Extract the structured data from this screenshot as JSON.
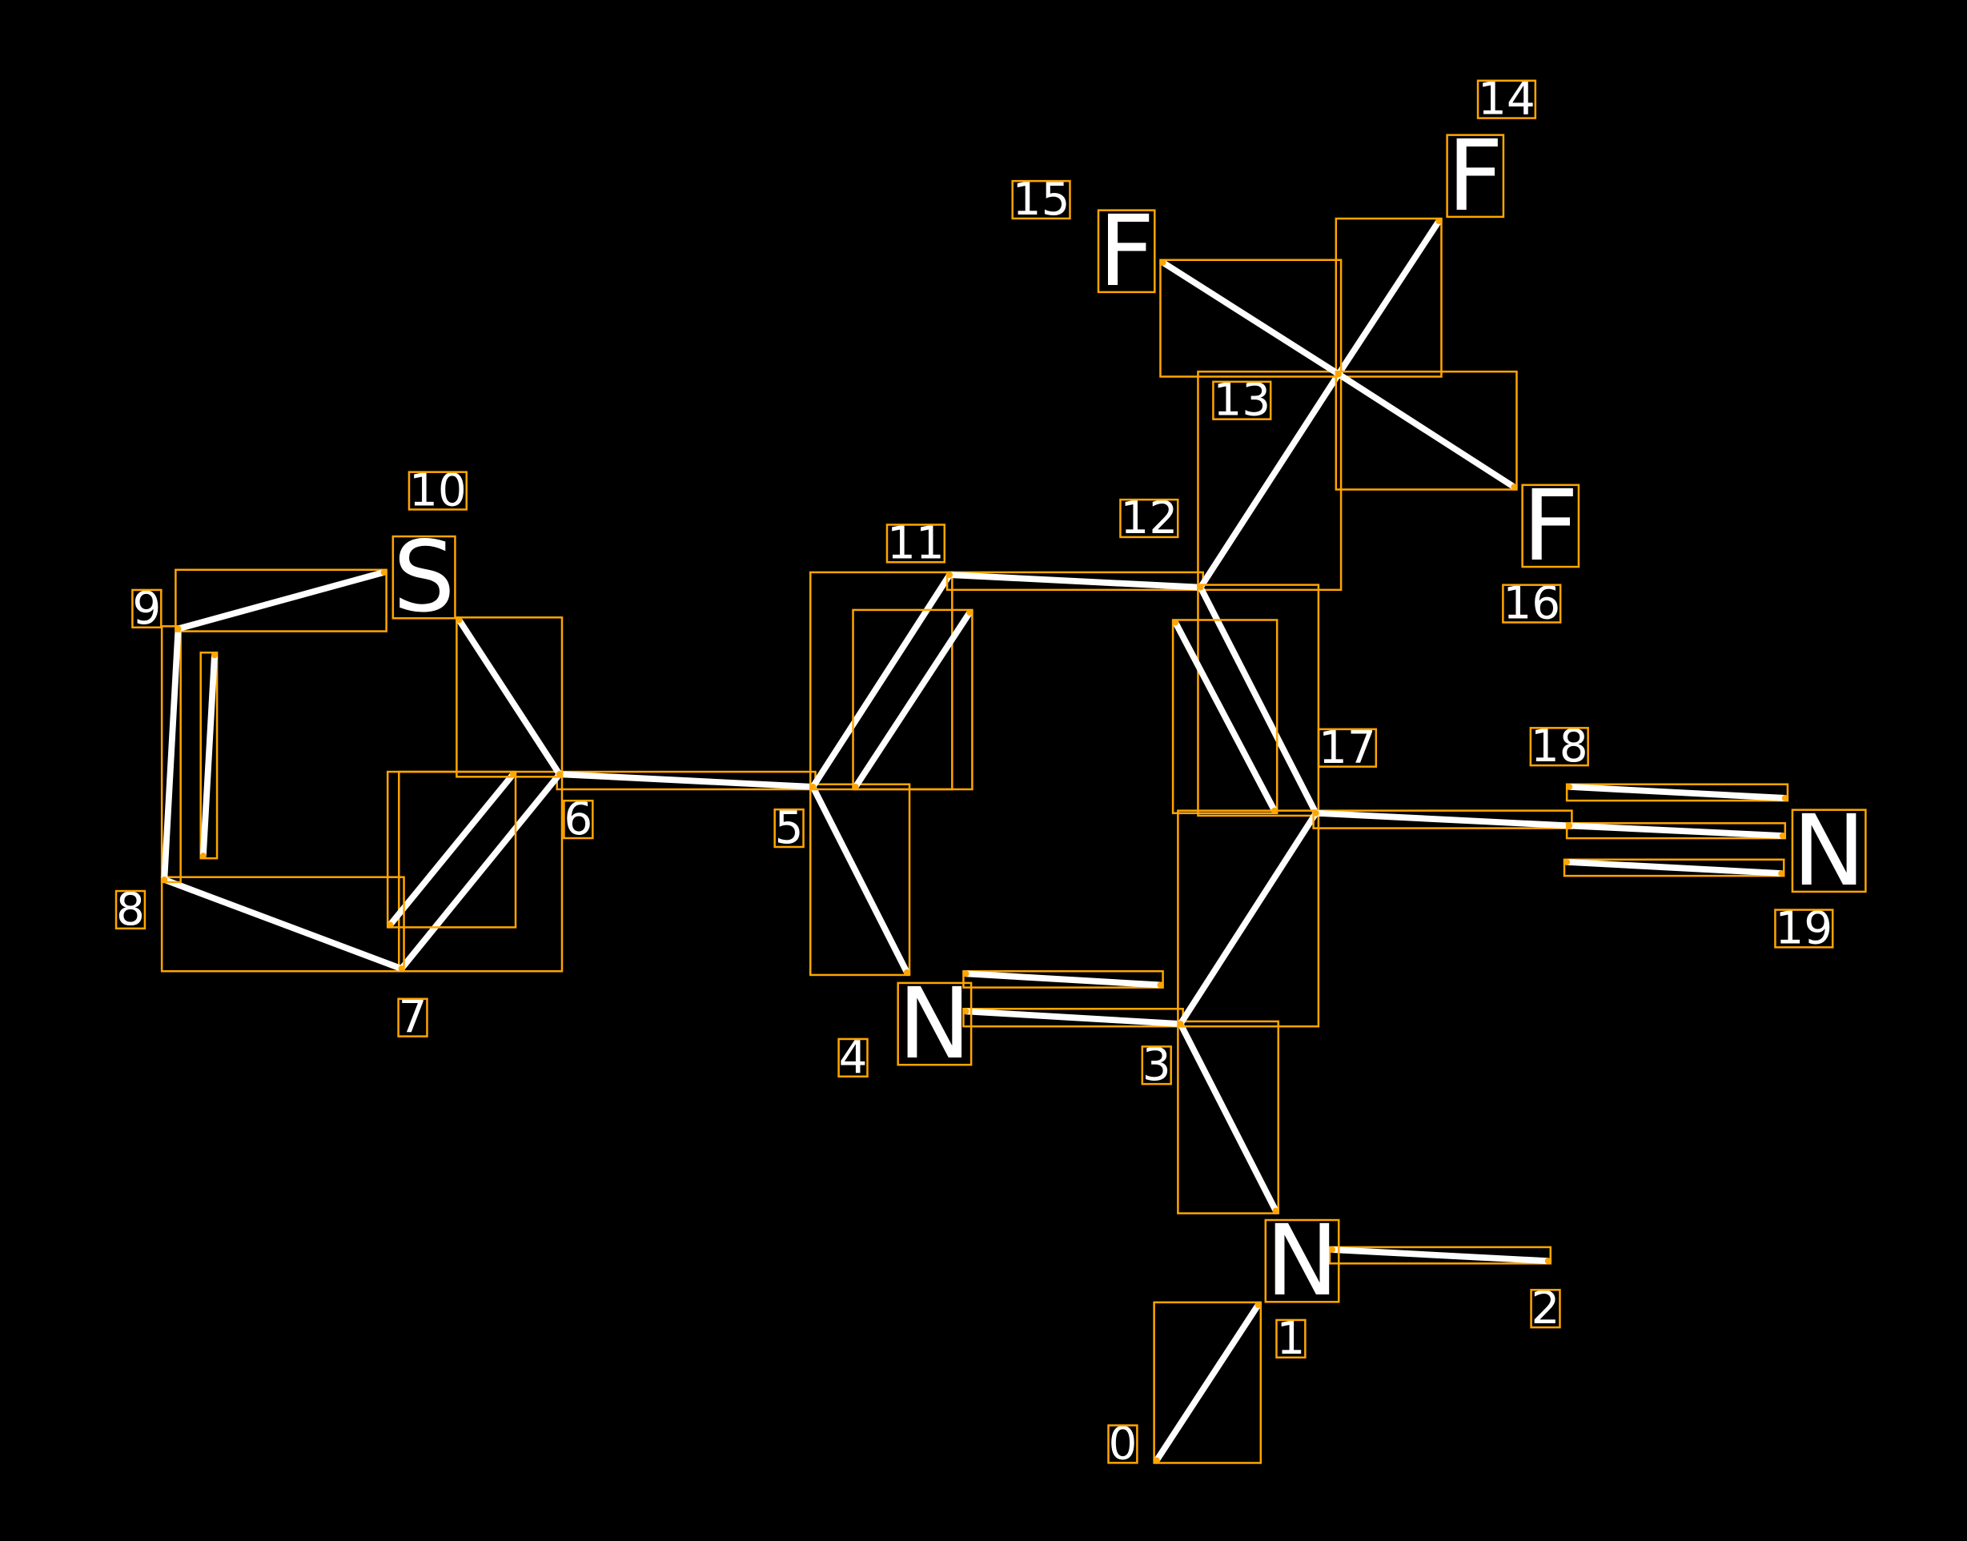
{
  "molecule": {
    "atoms": [
      {
        "index": "0",
        "symbol": ""
      },
      {
        "index": "1",
        "symbol": "N"
      },
      {
        "index": "2",
        "symbol": ""
      },
      {
        "index": "3",
        "symbol": ""
      },
      {
        "index": "4",
        "symbol": "N"
      },
      {
        "index": "5",
        "symbol": ""
      },
      {
        "index": "6",
        "symbol": ""
      },
      {
        "index": "7",
        "symbol": ""
      },
      {
        "index": "8",
        "symbol": ""
      },
      {
        "index": "9",
        "symbol": ""
      },
      {
        "index": "10",
        "symbol": "S"
      },
      {
        "index": "11",
        "symbol": ""
      },
      {
        "index": "12",
        "symbol": ""
      },
      {
        "index": "13",
        "symbol": ""
      },
      {
        "index": "14",
        "symbol": "F"
      },
      {
        "index": "15",
        "symbol": "F"
      },
      {
        "index": "16",
        "symbol": "F"
      },
      {
        "index": "17",
        "symbol": ""
      },
      {
        "index": "18",
        "symbol": ""
      },
      {
        "index": "19",
        "symbol": "N"
      }
    ],
    "bonds": [
      {
        "a": 0,
        "b": 1,
        "order": 1
      },
      {
        "a": 1,
        "b": 2,
        "order": 1
      },
      {
        "a": 1,
        "b": 3,
        "order": 1
      },
      {
        "a": 3,
        "b": 4,
        "order": 2
      },
      {
        "a": 4,
        "b": 5,
        "order": 1
      },
      {
        "a": 5,
        "b": 6,
        "order": 1
      },
      {
        "a": 6,
        "b": 7,
        "order": 2
      },
      {
        "a": 7,
        "b": 8,
        "order": 1
      },
      {
        "a": 8,
        "b": 9,
        "order": 2
      },
      {
        "a": 9,
        "b": 10,
        "order": 1
      },
      {
        "a": 10,
        "b": 6,
        "order": 1
      },
      {
        "a": 5,
        "b": 11,
        "order": 2
      },
      {
        "a": 11,
        "b": 12,
        "order": 1
      },
      {
        "a": 12,
        "b": 13,
        "order": 1
      },
      {
        "a": 13,
        "b": 14,
        "order": 1
      },
      {
        "a": 13,
        "b": 15,
        "order": 1
      },
      {
        "a": 13,
        "b": 16,
        "order": 1
      },
      {
        "a": 12,
        "b": 17,
        "order": 2
      },
      {
        "a": 17,
        "b": 3,
        "order": 1
      },
      {
        "a": 17,
        "b": 18,
        "order": 1
      },
      {
        "a": 18,
        "b": 19,
        "order": 3
      }
    ],
    "colors": {
      "background": "#000000",
      "bond": "#FFFFFF",
      "box": "#FFA500"
    }
  }
}
